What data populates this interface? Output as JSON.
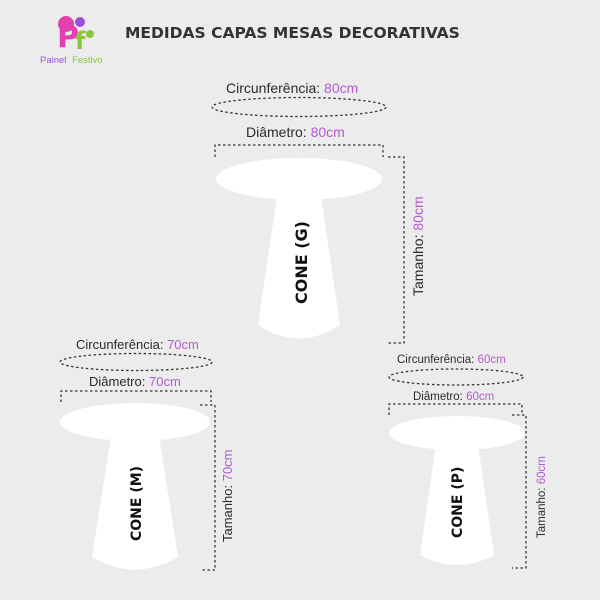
{
  "title": "MEDIDAS CAPAS MESAS DECORATIVAS",
  "logo": {
    "mark": "P",
    "mark2": "f",
    "word1": "Painel",
    "word2": "Festivo",
    "colors": {
      "pink": "#e23fb0",
      "green": "#8bc53f",
      "purple": "#9b4fd6"
    }
  },
  "accent_color": "#b45ad0",
  "tables": [
    {
      "name": "CONE (G)",
      "circ_label": "Circunferência:",
      "circ_value": "80cm",
      "diam_label": "Diâmetro:",
      "diam_value": "80cm",
      "size_label": "Tamanho:",
      "size_value": "80cm"
    },
    {
      "name": "CONE (M)",
      "circ_label": "Circunferência:",
      "circ_value": "70cm",
      "diam_label": "Diâmetro:",
      "diam_value": "70cm",
      "size_label": "Tamanho:",
      "size_value": "70cm"
    },
    {
      "name": "CONE (P)",
      "circ_label": "Circunferência:",
      "circ_value": "60cm",
      "diam_label": "Diâmetro:",
      "diam_value": "60cm",
      "size_label": "Tamanho:",
      "size_value": "60cm"
    }
  ]
}
